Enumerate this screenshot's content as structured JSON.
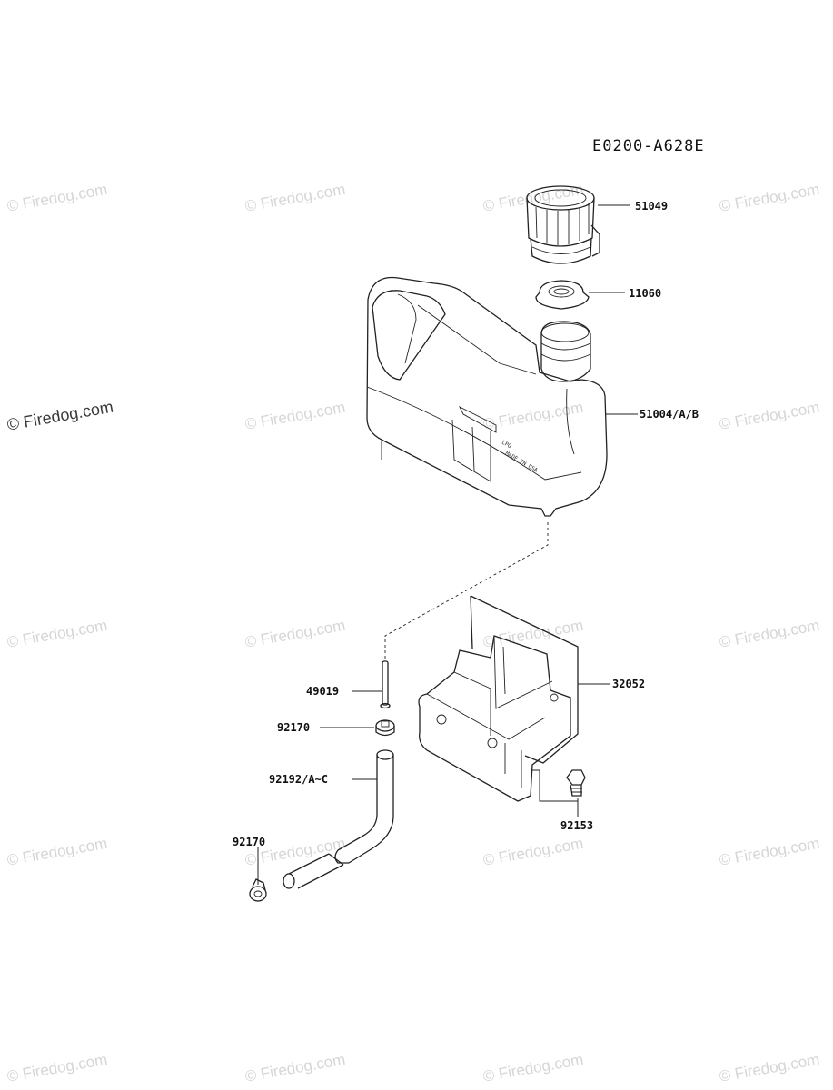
{
  "diagram_code": "E0200-A628E",
  "watermark_text": "© Firedog.com",
  "parts": [
    {
      "id": "cap",
      "number": "51049"
    },
    {
      "id": "gasket",
      "number": "11060"
    },
    {
      "id": "tank",
      "number": "51004/A/B"
    },
    {
      "id": "bracket",
      "number": "32052"
    },
    {
      "id": "pin",
      "number": "49019"
    },
    {
      "id": "clamp-upper",
      "number": "92170"
    },
    {
      "id": "hose",
      "number": "92192/A~C"
    },
    {
      "id": "bolt",
      "number": "92153"
    },
    {
      "id": "clamp-lower",
      "number": "92170"
    }
  ],
  "tank_marking": [
    "LPG",
    "MADE IN USA"
  ]
}
